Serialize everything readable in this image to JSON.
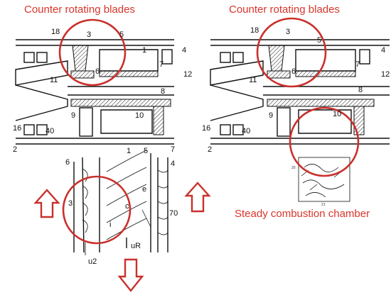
{
  "captions": {
    "left": "Counter rotating blades",
    "right": "Counter rotating blades",
    "bottom_right": "Steady combustion chamber"
  },
  "left_labels": [
    "18",
    "3",
    "5",
    "4",
    "1",
    "7",
    "6",
    "11",
    "12",
    "8",
    "9",
    "10",
    "16",
    "40",
    "2"
  ],
  "right_labels": [
    "18",
    "3",
    "5",
    "4",
    "7",
    "6",
    "11",
    "12",
    "8",
    "9",
    "10",
    "16",
    "40",
    "2"
  ],
  "cascade_labels": [
    "6",
    "1",
    "5",
    "7",
    "4",
    "3",
    "e",
    "c",
    "i",
    "70",
    "uR",
    "u2"
  ],
  "thumbnail": {
    "label_left": "20",
    "label_bottom": "21"
  },
  "colors": {
    "highlight": "#c9302c",
    "caption": "#d9352b",
    "line": "#111111"
  },
  "icons": [
    "up-arrow-icon",
    "up-arrow-icon",
    "down-arrow-icon"
  ]
}
